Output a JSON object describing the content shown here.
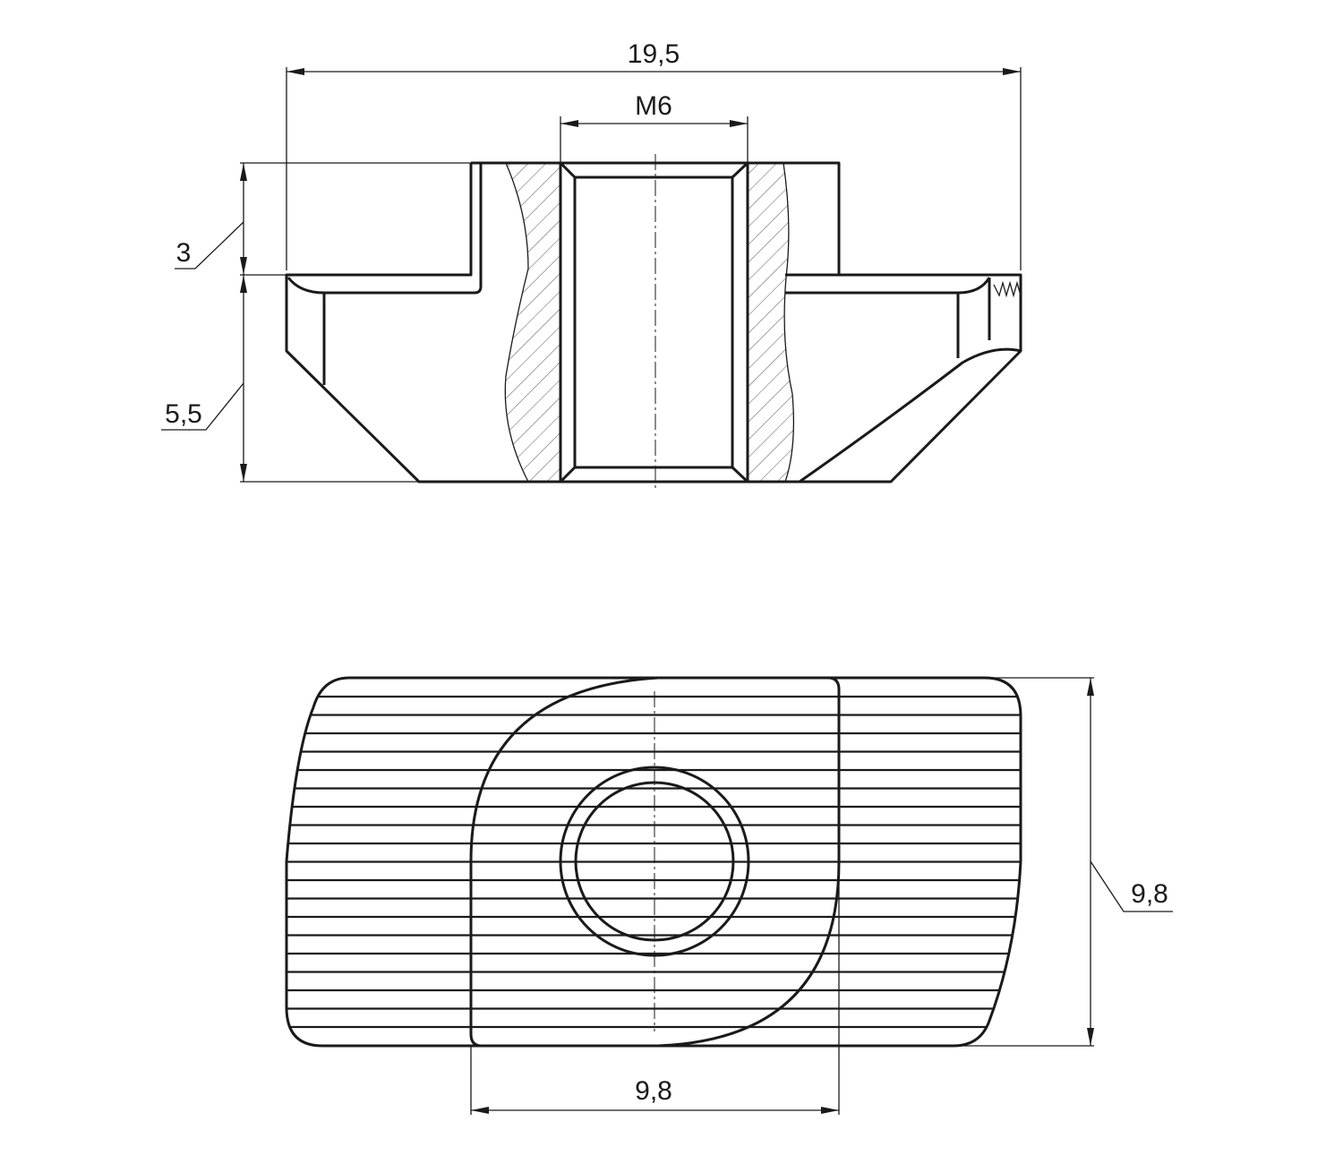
{
  "drawing": {
    "section_view": {
      "overall_width_label": "19,5",
      "thread_label": "M6",
      "upper_height_label": "3",
      "lower_height_label": "5,5"
    },
    "plan_view": {
      "height_label": "9,8",
      "head_width_label": "9,8",
      "knurl_line_count": 19
    },
    "line_color": "#1a1a1a"
  }
}
